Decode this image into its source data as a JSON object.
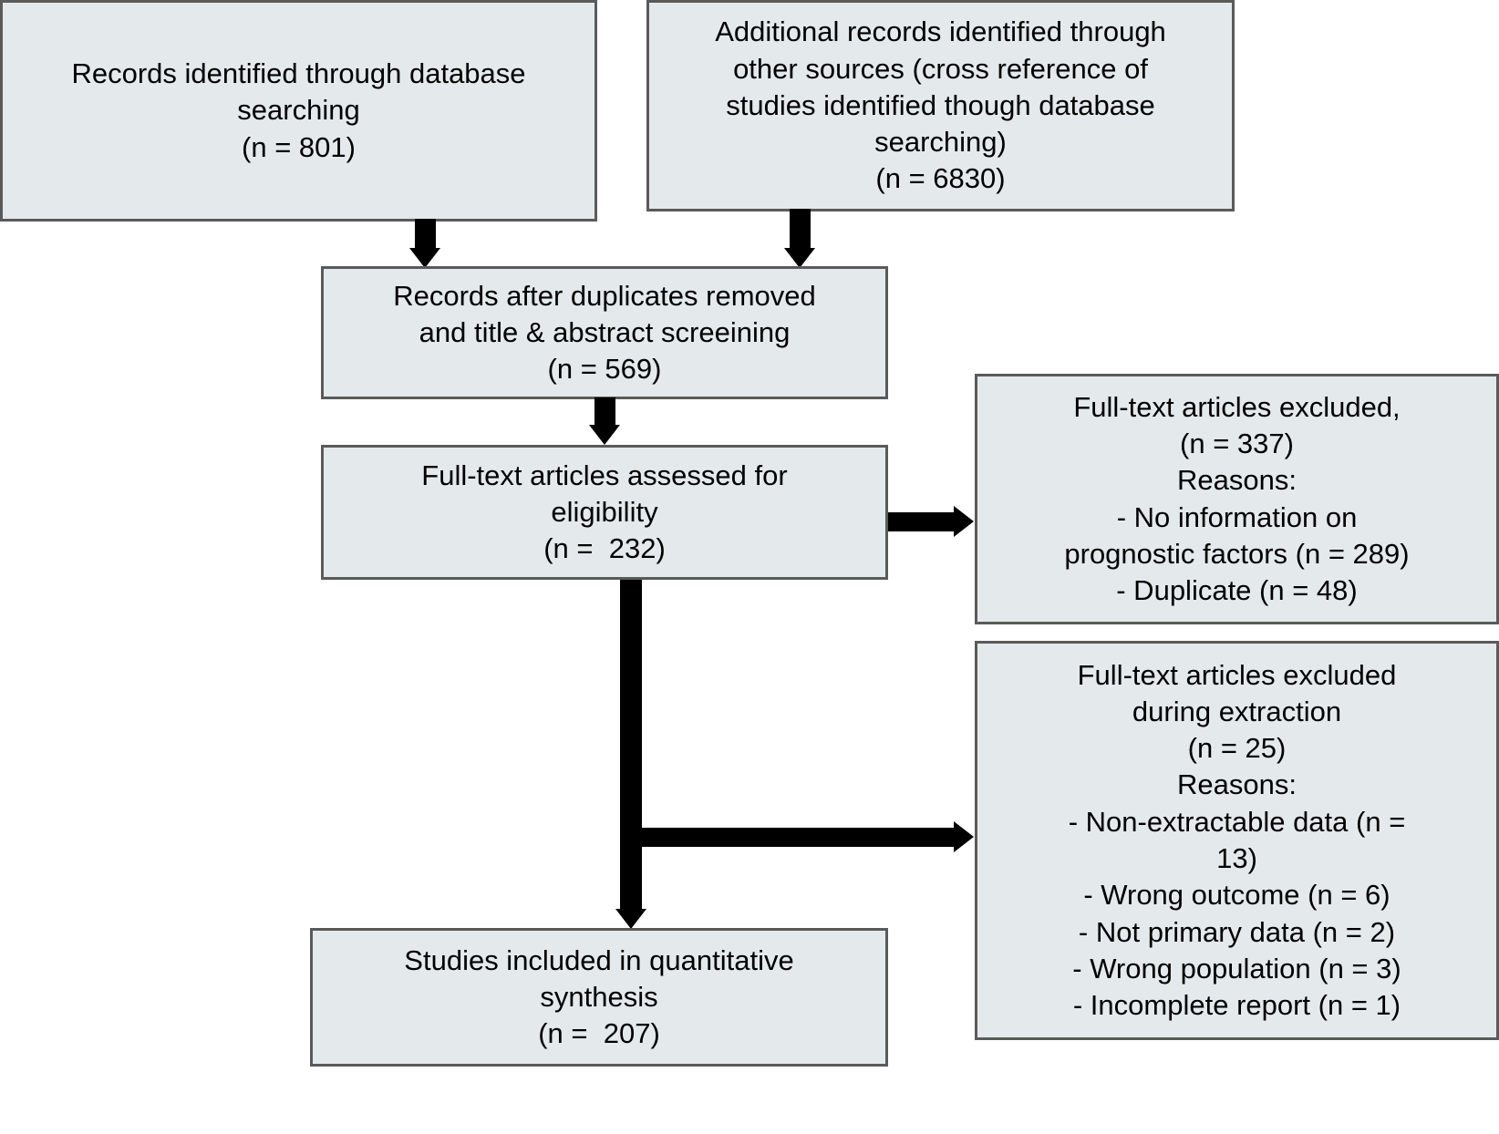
{
  "diagram": {
    "title": "PRISMA study selection flow diagram",
    "colors": {
      "box_fill": "#e4e9eb",
      "box_border": "#5a5a5a",
      "connector": "#000000",
      "text": "#000000"
    },
    "boxes": {
      "identified_database": {
        "lines": [
          "Records identified through database",
          "searching",
          "(n = 801)"
        ]
      },
      "identified_other": {
        "lines": [
          "Additional records identified through",
          "other sources (cross reference of",
          "studies identified though database",
          "searching)",
          "(n = 6830)"
        ]
      },
      "after_duplicates": {
        "lines": [
          "Records after duplicates removed",
          "and title & abstract screeining",
          "(n = 569)"
        ]
      },
      "eligibility": {
        "lines": [
          "Full-text articles assessed for",
          "eligibility",
          "(n =  232)"
        ]
      },
      "excluded_fulltext": {
        "lines": [
          "Full-text articles excluded,",
          "(n = 337)",
          "Reasons:",
          "- No information on",
          "prognostic factors (n = 289)",
          "- Duplicate (n = 48)"
        ]
      },
      "excluded_extraction": {
        "lines": [
          "Full-text articles excluded",
          "during extraction",
          "(n = 25)",
          "Reasons:",
          "- Non-extractable data (n =",
          "13)",
          "- Wrong outcome (n = 6)",
          "- Not primary data (n = 2)",
          "- Wrong population (n = 3)",
          "- Incomplete report (n = 1)"
        ]
      },
      "included_synthesis": {
        "lines": [
          "Studies included in quantitative",
          "synthesis",
          "(n =  207)"
        ]
      }
    },
    "connectors": [
      {
        "name": "database-to-screening",
        "type": "arrow-down"
      },
      {
        "name": "other-sources-to-screening",
        "type": "arrow-down"
      },
      {
        "name": "screening-to-eligibility",
        "type": "arrow-down"
      },
      {
        "name": "eligibility-to-excluded-fulltext",
        "type": "arrow-right"
      },
      {
        "name": "eligibility-to-excluded-extraction",
        "type": "arrow-right"
      },
      {
        "name": "eligibility-to-included",
        "type": "arrow-down"
      }
    ]
  }
}
